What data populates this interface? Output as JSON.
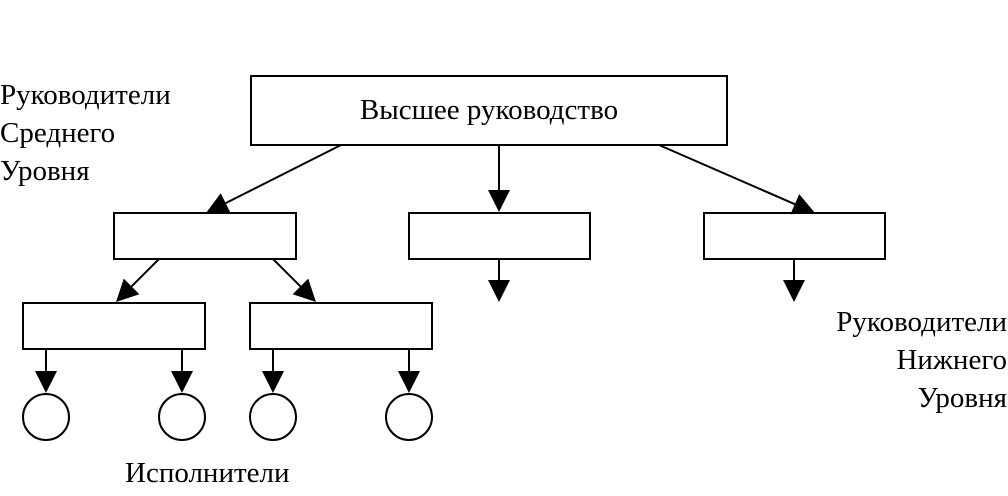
{
  "diagram": {
    "top_box_label": "Высшее руководство",
    "middle_managers_label": [
      "Руководители",
      "Среднего",
      "Уровня"
    ],
    "lower_managers_label": [
      "Руководители",
      "Нижнего",
      "Уровня"
    ],
    "executors_label": "Исполнители"
  }
}
